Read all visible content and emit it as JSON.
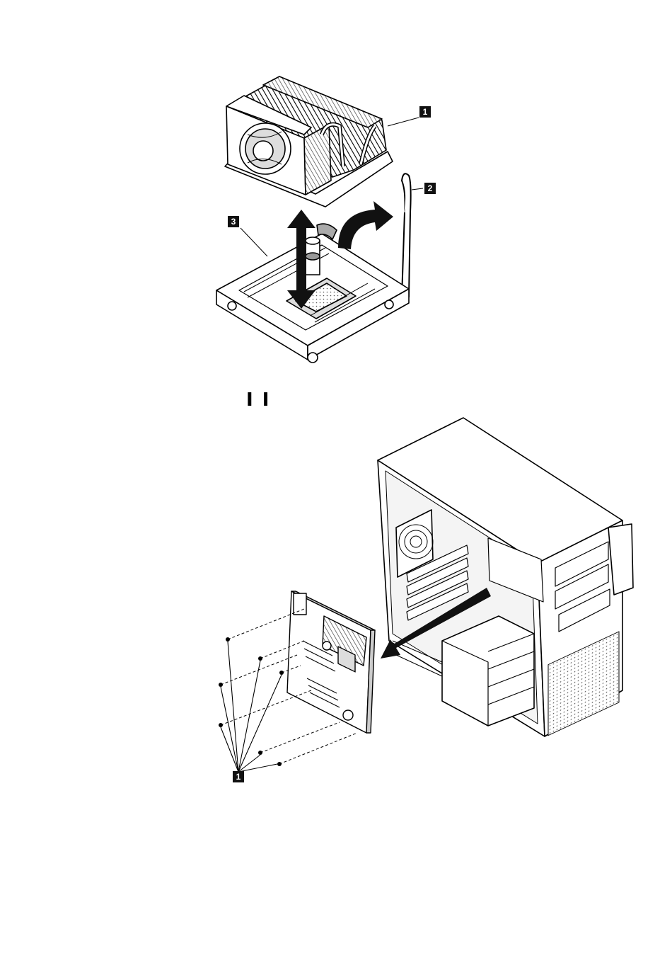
{
  "figure1": {
    "callouts": [
      "1",
      "2",
      "3"
    ]
  },
  "separator_glyph": "I I",
  "figure2": {
    "callouts": [
      "1"
    ]
  },
  "colors": {
    "ink": "#000000",
    "paper": "#ffffff",
    "shade": "#9a9a9a",
    "arrow": "#222222"
  }
}
